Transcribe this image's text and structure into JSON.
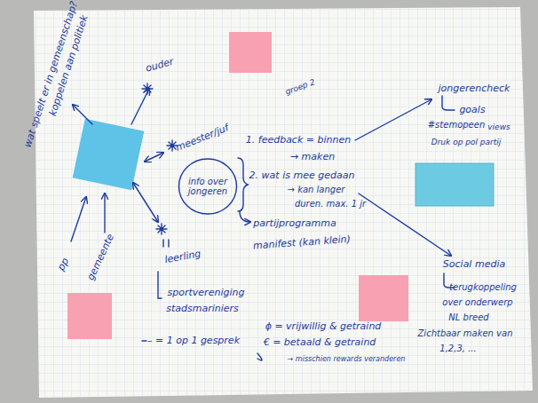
{
  "diagram": {
    "nodes": [
      {
        "text": [
          "info over jongeren"
        ]
      }
    ],
    "labels": [
      "wat speelt er in gemeenschap?",
      "koppelen aan politiek",
      "ouder",
      "groep 2",
      "meester/juf",
      "leerling",
      "pp",
      "gemeente",
      "1. feedback = binnen",
      "→ maken",
      "2. wat is mee gedaan",
      "→ kan langer",
      "duren. max. 1 jr",
      "partijprogramma",
      "manifest (kan klein)",
      "sportvereniging",
      "stadsmariniers",
      "– = 1 op 1 gesprek",
      "ϕ = vrijwillig & getraind",
      "€ = betaald & getraind",
      "→ misschien rewards veranderen",
      "jongerencheck",
      "goals",
      "#stemopeen",
      "views",
      "Druk op pol partij",
      "Social media",
      "terugkoppeling",
      "over onderwerp",
      "NL breed",
      "Zichtbaar maken van",
      "1,2,3, ..."
    ]
  }
}
